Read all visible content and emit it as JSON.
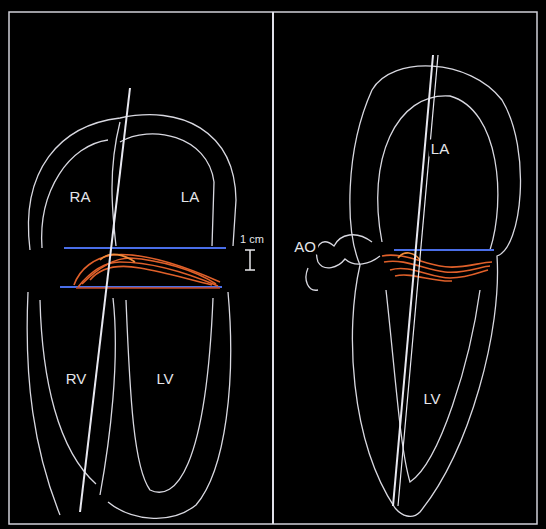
{
  "diagram": {
    "labels": [
      "RA",
      "LA",
      "1 cm",
      "RV",
      "LV",
      "AO",
      "LA",
      "LV"
    ]
  }
}
